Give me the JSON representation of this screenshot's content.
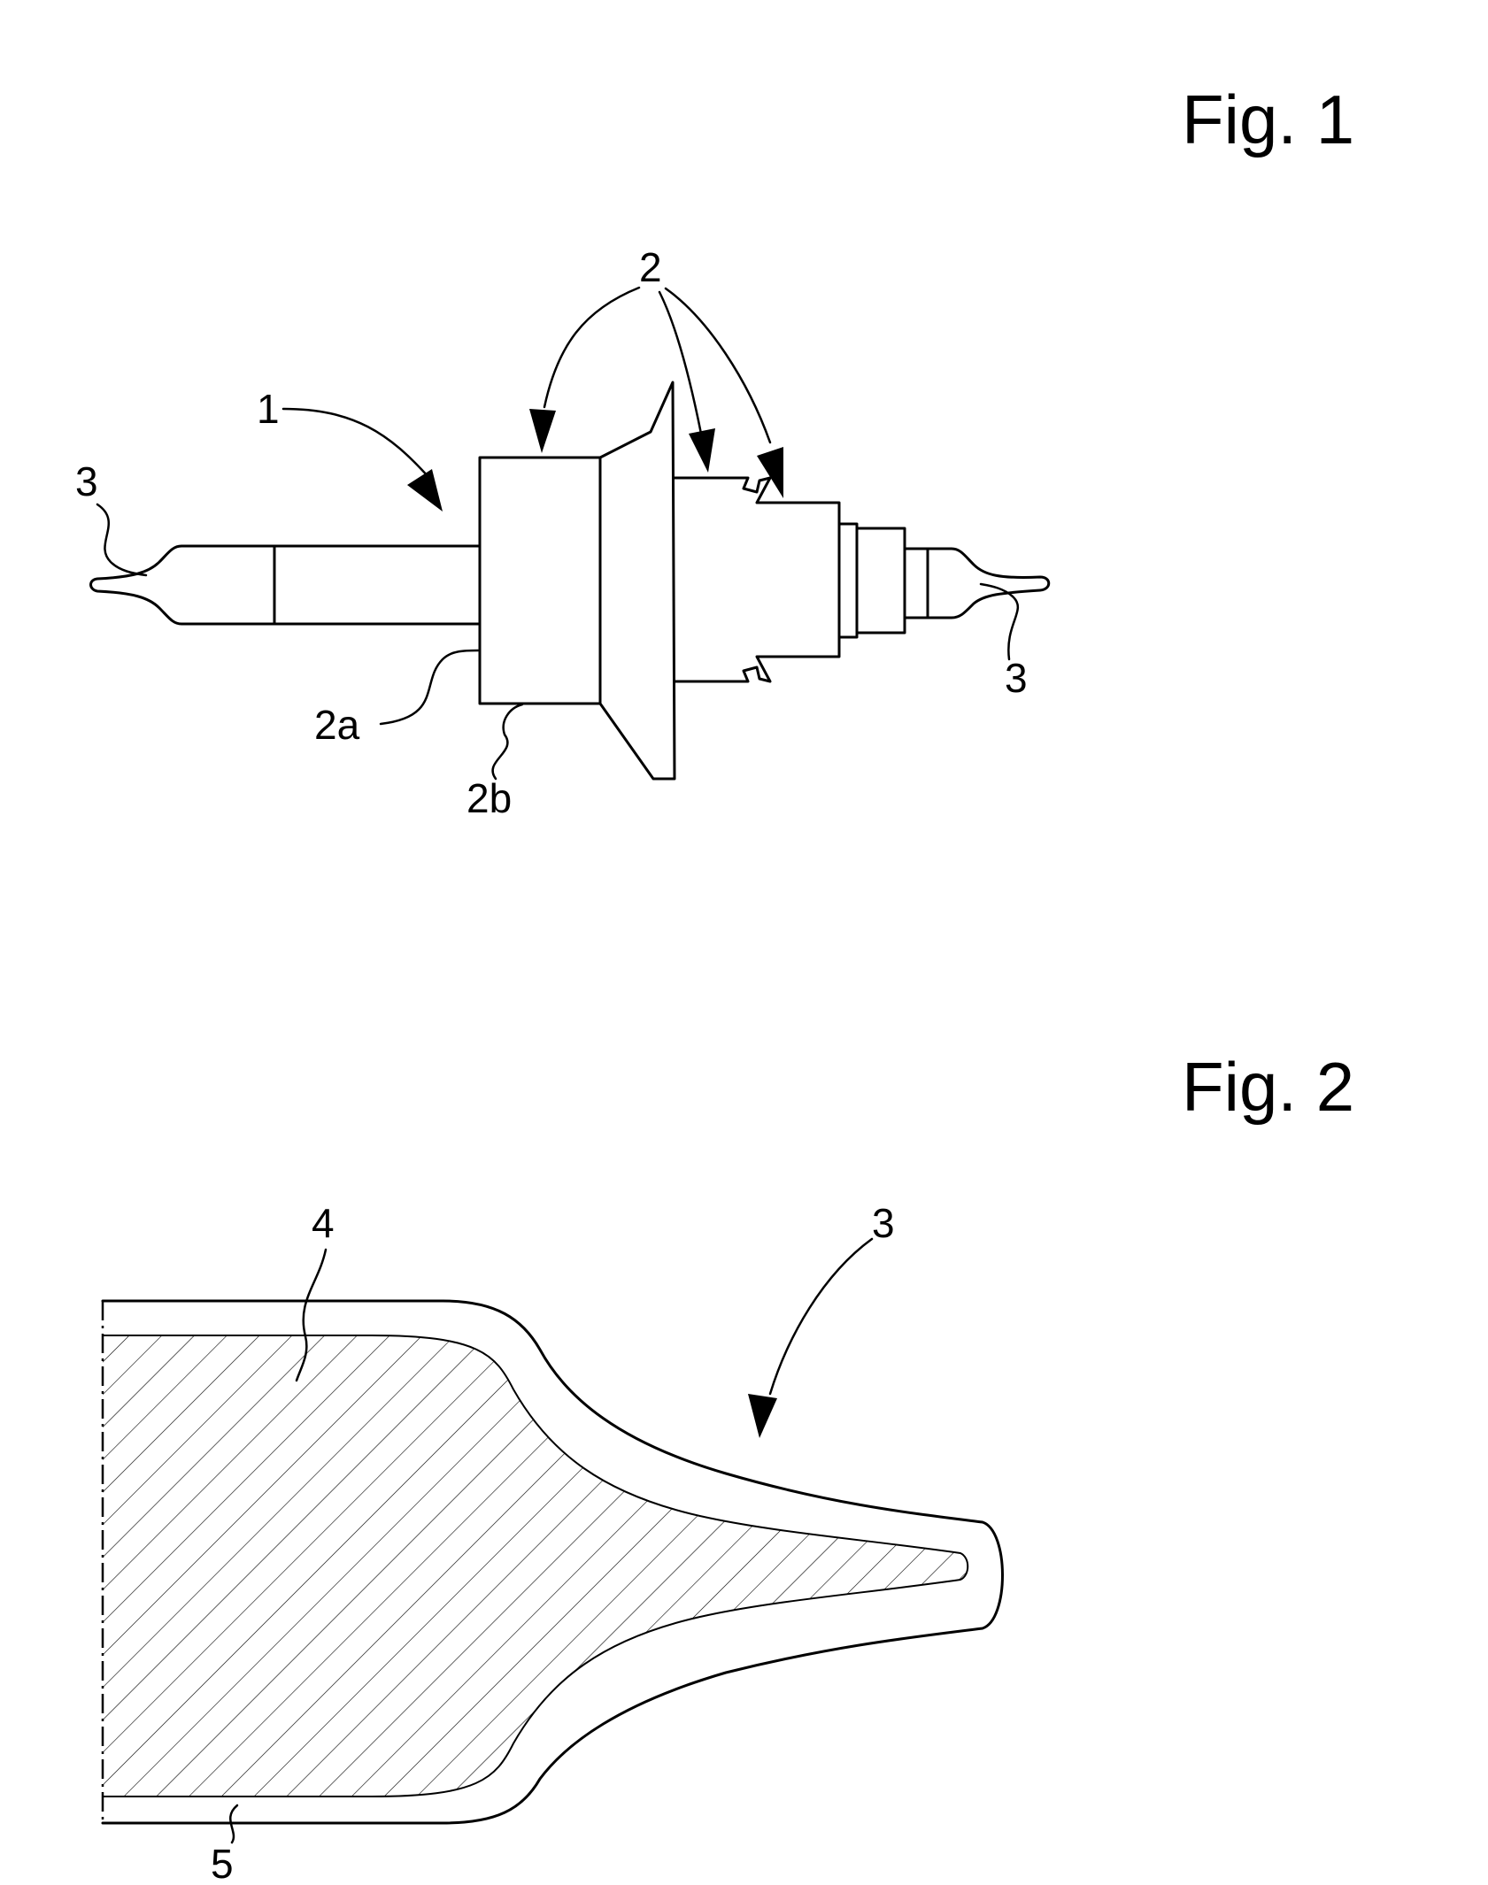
{
  "figures": [
    {
      "title": "Fig. 1",
      "labels": {
        "assembly": "1",
        "connector": "2",
        "face_2a": "2a",
        "face_2b": "2b",
        "tip_left": "3",
        "tip_right": "3"
      }
    },
    {
      "title": "Fig. 2",
      "labels": {
        "tip": "3",
        "core": "4",
        "sheath": "5"
      }
    }
  ],
  "colors": {
    "ink": "#000000",
    "paper": "#ffffff"
  }
}
